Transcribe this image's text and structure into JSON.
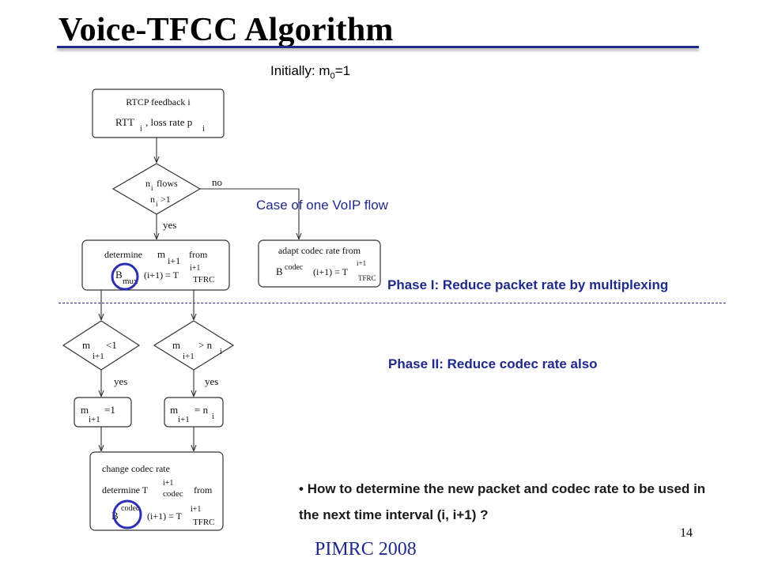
{
  "slide": {
    "title": "Voice-TFCC Algorithm",
    "initially_label": "Initially: m",
    "initially_sub": "0",
    "initially_value": "=1",
    "case_label": "Case of one VoIP flow",
    "phase1_label": "Phase I: Reduce packet rate by multiplexing",
    "phase2_label": "Phase II: Reduce codec rate also",
    "bullet_text": "How to determine the new packet and codec rate to be used in the next time interval (i, i+1) ?",
    "slide_number": "14",
    "footer": "PIMRC 2008"
  },
  "flowchart": {
    "rtcp_line1": "RTCP feedback i",
    "rtcp_rtt": "RTT",
    "rtcp_rtt_sub": "i",
    "rtcp_loss": ", loss rate p",
    "rtcp_loss_sub": "i",
    "d1_n": "n",
    "d1_n_sub": "i",
    "d1_flows": "flows",
    "d1_n2": "n",
    "d1_n2_sub": "i",
    "d1_gt1": ">1",
    "label_no": "no",
    "label_yes1": "yes",
    "det_determine": "determine",
    "det_m": "m",
    "det_m_sub": "i+1",
    "det_from": "from",
    "det_B": "B",
    "det_B_sub": "mux",
    "det_eq": "(i+1) = T",
    "det_T_sup": "i+1",
    "det_T_sub": "TFRC",
    "adapt_line1": "adapt codec rate from",
    "adapt_B": "B",
    "adapt_B_sup": "codec",
    "adapt_eq": "(i+1) = T",
    "adapt_T_sup": "i+1",
    "adapt_T_sub": "TFRC",
    "d2_m": "m",
    "d2_m_sub": "i+1",
    "d2_cond": "<1",
    "d3_m": "m",
    "d3_m_sub": "i+1",
    "d3_cond": "> n",
    "d3_n_sub": "i",
    "label_yes2": "yes",
    "label_yes3": "yes",
    "box_a_m": "m",
    "box_a_sub": "i+1",
    "box_a_eq": "=1",
    "box_b_m": "m",
    "box_b_sub": "i+1",
    "box_b_eq": "= n",
    "box_b_n_sub": "i",
    "change_line1": "change codec rate",
    "change_determine": "determine T",
    "change_T_sup": "i+1",
    "change_T_sub": "codec",
    "change_from": "from",
    "change_B": "B",
    "change_B_sup": "codec",
    "change_eq": "(i+1) = T",
    "change_T2_sup": "i+1",
    "change_T2_sub": "TFRC"
  },
  "colors": {
    "accent": "#1f2a8c",
    "highlight_circle": "#2b2fb0"
  }
}
